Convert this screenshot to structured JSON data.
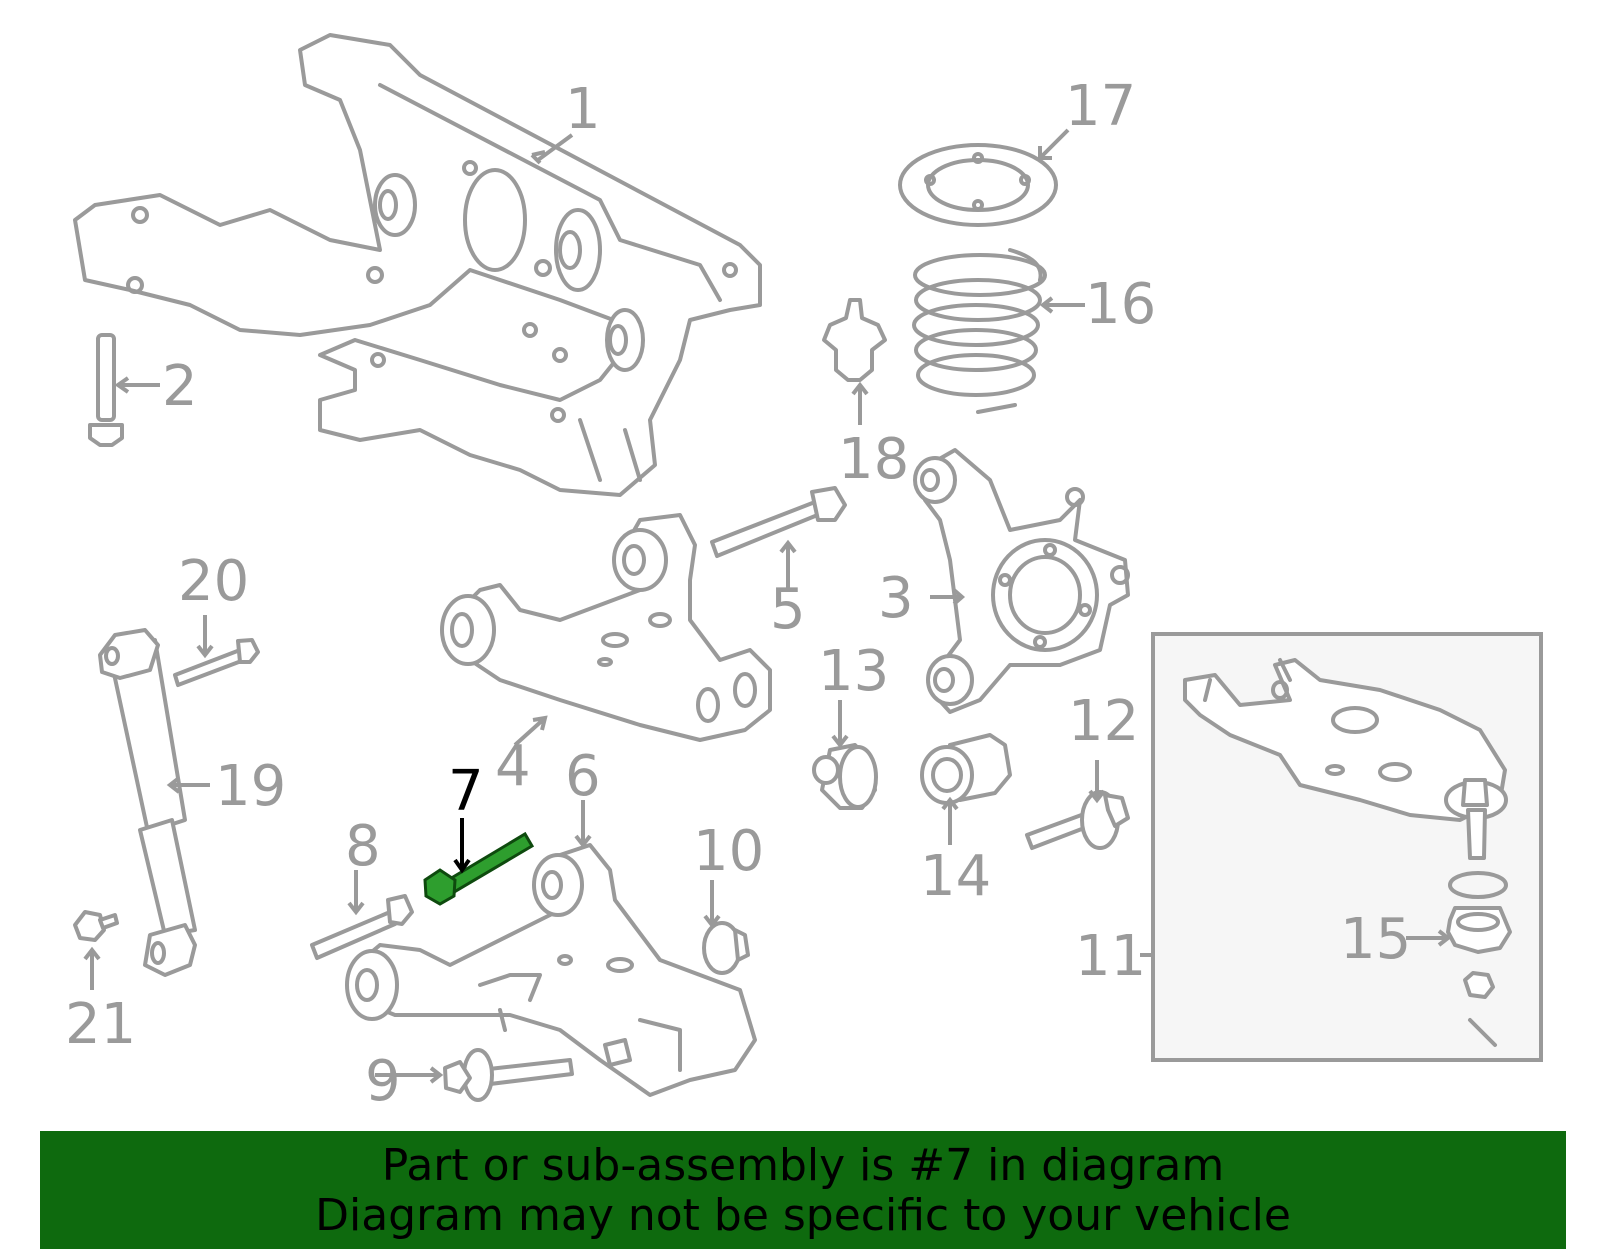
{
  "callouts": [
    {
      "id": "1",
      "label": "1"
    },
    {
      "id": "2",
      "label": "2"
    },
    {
      "id": "3",
      "label": "3"
    },
    {
      "id": "4",
      "label": "4"
    },
    {
      "id": "5",
      "label": "5"
    },
    {
      "id": "6",
      "label": "6"
    },
    {
      "id": "7",
      "label": "7"
    },
    {
      "id": "8",
      "label": "8"
    },
    {
      "id": "9",
      "label": "9"
    },
    {
      "id": "10",
      "label": "10"
    },
    {
      "id": "11",
      "label": "11"
    },
    {
      "id": "12",
      "label": "12"
    },
    {
      "id": "13",
      "label": "13"
    },
    {
      "id": "14",
      "label": "14"
    },
    {
      "id": "15",
      "label": "15"
    },
    {
      "id": "16",
      "label": "16"
    },
    {
      "id": "17",
      "label": "17"
    },
    {
      "id": "18",
      "label": "18"
    },
    {
      "id": "19",
      "label": "19"
    },
    {
      "id": "20",
      "label": "20"
    },
    {
      "id": "21",
      "label": "21"
    }
  ],
  "highlighted_part": "7",
  "colors": {
    "highlight_part": "#2e9e2e",
    "banner": "#0e6a0e",
    "line_art": "#9a9a9a"
  },
  "banner": {
    "line1": "Part or sub-assembly is #7 in diagram",
    "line2": "Diagram may not be specific to your vehicle"
  }
}
